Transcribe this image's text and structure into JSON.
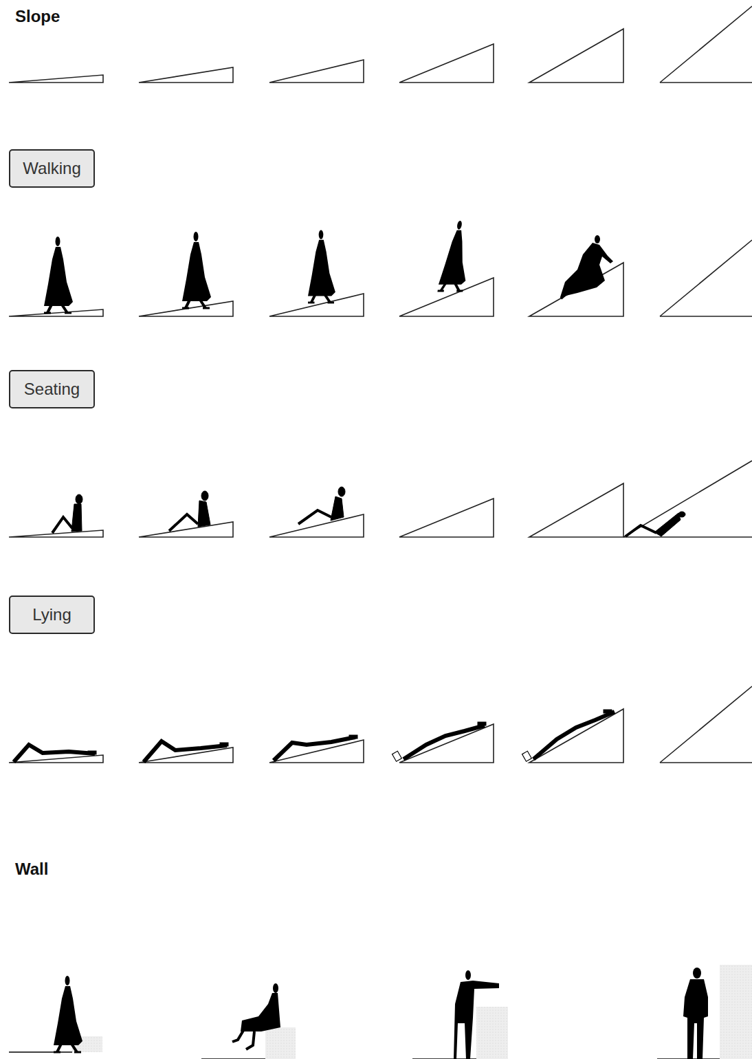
{
  "diagram": {
    "nodes": [
      {
        "text": [
          "Walking"
        ]
      },
      {
        "text": [
          "Seating"
        ]
      },
      {
        "text": [
          "Lying"
        ]
      }
    ],
    "labels": [
      "Slope",
      "Wall"
    ]
  }
}
